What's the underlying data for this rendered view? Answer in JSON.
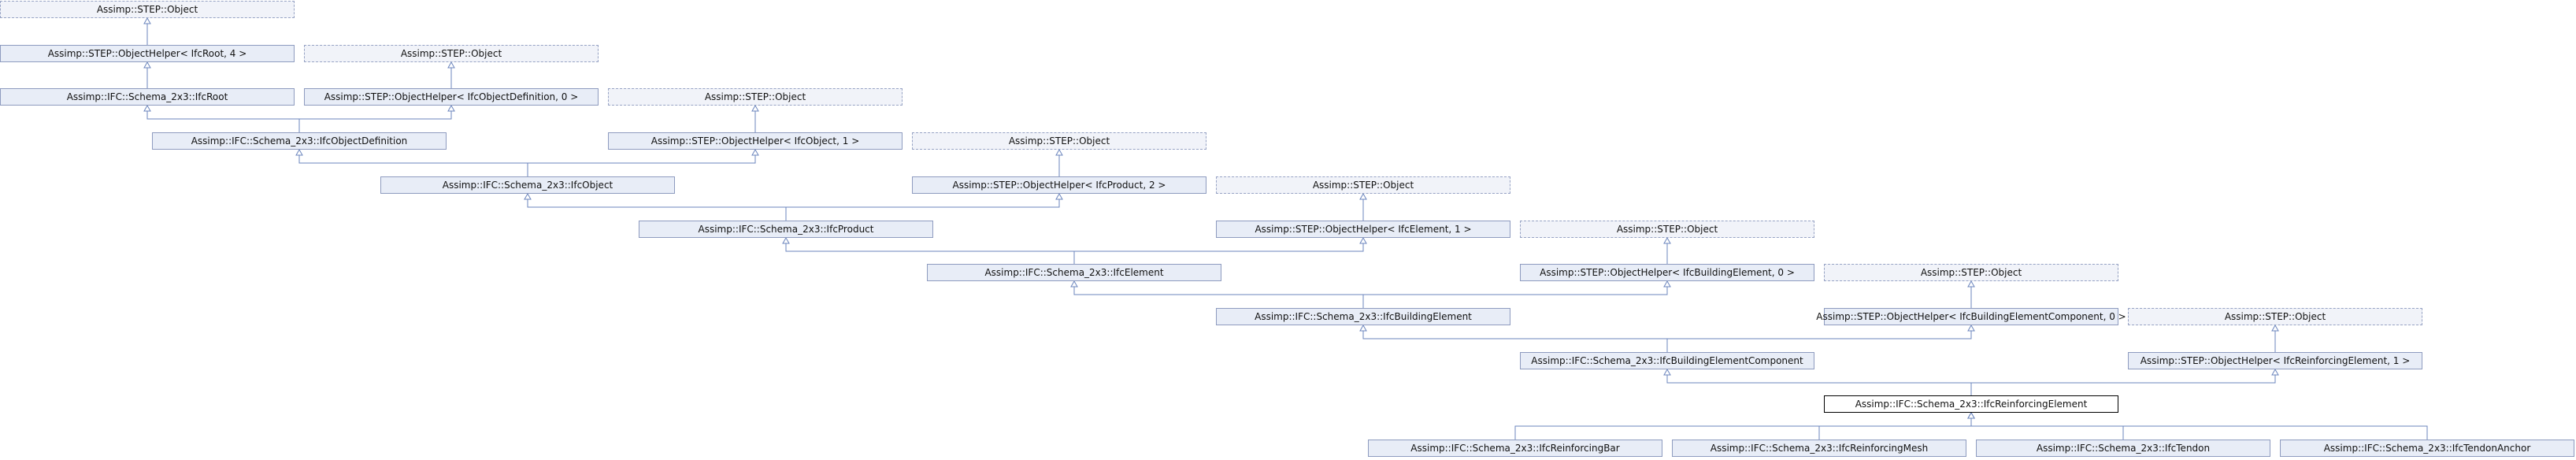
{
  "nodes": [
    {
      "id": "obj0",
      "label": "Assimp::STEP::Object",
      "style": "dashed"
    },
    {
      "id": "helperRoot",
      "label": "Assimp::STEP::ObjectHelper< IfcRoot, 4 >",
      "style": "solid"
    },
    {
      "id": "obj1",
      "label": "Assimp::STEP::Object",
      "style": "dashed"
    },
    {
      "id": "ifcRoot",
      "label": "Assimp::IFC::Schema_2x3::IfcRoot",
      "style": "solid"
    },
    {
      "id": "helperObjDef",
      "label": "Assimp::STEP::ObjectHelper< IfcObjectDefinition, 0 >",
      "style": "solid"
    },
    {
      "id": "obj2",
      "label": "Assimp::STEP::Object",
      "style": "dashed"
    },
    {
      "id": "ifcObjDef",
      "label": "Assimp::IFC::Schema_2x3::IfcObjectDefinition",
      "style": "solid"
    },
    {
      "id": "helperObject",
      "label": "Assimp::STEP::ObjectHelper< IfcObject, 1 >",
      "style": "solid"
    },
    {
      "id": "obj3",
      "label": "Assimp::STEP::Object",
      "style": "dashed"
    },
    {
      "id": "ifcObject",
      "label": "Assimp::IFC::Schema_2x3::IfcObject",
      "style": "solid"
    },
    {
      "id": "helperProduct",
      "label": "Assimp::STEP::ObjectHelper< IfcProduct, 2 >",
      "style": "solid"
    },
    {
      "id": "obj4",
      "label": "Assimp::STEP::Object",
      "style": "dashed"
    },
    {
      "id": "ifcProduct",
      "label": "Assimp::IFC::Schema_2x3::IfcProduct",
      "style": "solid"
    },
    {
      "id": "helperElement",
      "label": "Assimp::STEP::ObjectHelper< IfcElement, 1 >",
      "style": "solid"
    },
    {
      "id": "obj5",
      "label": "Assimp::STEP::Object",
      "style": "dashed"
    },
    {
      "id": "ifcElement",
      "label": "Assimp::IFC::Schema_2x3::IfcElement",
      "style": "solid"
    },
    {
      "id": "helperBuildingElement",
      "label": "Assimp::STEP::ObjectHelper< IfcBuildingElement, 0 >",
      "style": "solid"
    },
    {
      "id": "obj6",
      "label": "Assimp::STEP::Object",
      "style": "dashed"
    },
    {
      "id": "ifcBuildingElement",
      "label": "Assimp::IFC::Schema_2x3::IfcBuildingElement",
      "style": "solid"
    },
    {
      "id": "helperBEC",
      "label": "Assimp::STEP::ObjectHelper< IfcBuildingElementComponent, 0 >",
      "style": "solid"
    },
    {
      "id": "obj7",
      "label": "Assimp::STEP::Object",
      "style": "dashed"
    },
    {
      "id": "ifcBEC",
      "label": "Assimp::IFC::Schema_2x3::IfcBuildingElementComponent",
      "style": "solid"
    },
    {
      "id": "helperRE",
      "label": "Assimp::STEP::ObjectHelper< IfcReinforcingElement, 1 >",
      "style": "solid"
    },
    {
      "id": "ifcRE",
      "label": "Assimp::IFC::Schema_2x3::IfcReinforcingElement",
      "style": "current"
    },
    {
      "id": "ifcRBar",
      "label": "Assimp::IFC::Schema_2x3::IfcReinforcingBar",
      "style": "solid"
    },
    {
      "id": "ifcRMesh",
      "label": "Assimp::IFC::Schema_2x3::IfcReinforcingMesh",
      "style": "solid"
    },
    {
      "id": "ifcTendon",
      "label": "Assimp::IFC::Schema_2x3::IfcTendon",
      "style": "solid"
    },
    {
      "id": "ifcTendonAnchor",
      "label": "Assimp::IFC::Schema_2x3::IfcTendonAnchor",
      "style": "solid"
    }
  ],
  "edges": [
    [
      "helperRoot",
      "obj0"
    ],
    [
      "ifcRoot",
      "helperRoot"
    ],
    [
      "helperObjDef",
      "obj1"
    ],
    [
      "ifcObjDef",
      "ifcRoot"
    ],
    [
      "ifcObjDef",
      "helperObjDef"
    ],
    [
      "helperObject",
      "obj2"
    ],
    [
      "ifcObject",
      "ifcObjDef"
    ],
    [
      "ifcObject",
      "helperObject"
    ],
    [
      "helperProduct",
      "obj3"
    ],
    [
      "ifcProduct",
      "ifcObject"
    ],
    [
      "ifcProduct",
      "helperProduct"
    ],
    [
      "helperElement",
      "obj4"
    ],
    [
      "ifcElement",
      "ifcProduct"
    ],
    [
      "ifcElement",
      "helperElement"
    ],
    [
      "helperBuildingElement",
      "obj5"
    ],
    [
      "ifcBuildingElement",
      "ifcElement"
    ],
    [
      "ifcBuildingElement",
      "helperBuildingElement"
    ],
    [
      "helperBEC",
      "obj6"
    ],
    [
      "ifcBEC",
      "ifcBuildingElement"
    ],
    [
      "ifcBEC",
      "helperBEC"
    ],
    [
      "helperRE",
      "obj7"
    ],
    [
      "ifcRE",
      "ifcBEC"
    ],
    [
      "ifcRE",
      "helperRE"
    ],
    [
      "ifcRBar",
      "ifcRE"
    ],
    [
      "ifcRMesh",
      "ifcRE"
    ],
    [
      "ifcTendon",
      "ifcRE"
    ],
    [
      "ifcTendonAnchor",
      "ifcRE"
    ]
  ],
  "colors": {
    "edge": "#6b85bd",
    "solid_fill": "#e8edf7",
    "solid_border": "#8e9bbf",
    "dashed_border": "#97a3c4",
    "current_border": "#000000"
  }
}
